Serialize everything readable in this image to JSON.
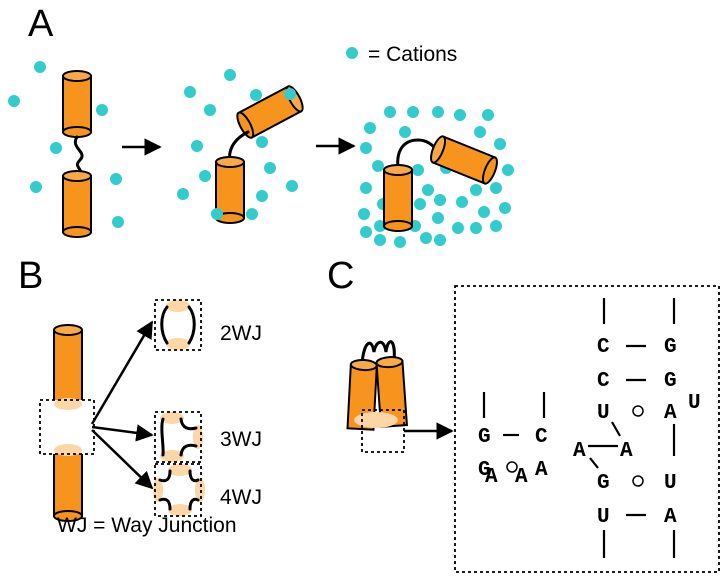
{
  "panels": {
    "a": "A",
    "b": "B",
    "c": "C"
  },
  "legend": {
    "text": "= Cations",
    "cation_color": "#33CCCC"
  },
  "colors": {
    "helix": "#F7941D",
    "helix_pale": "#FBD6A6"
  },
  "junctions": [
    {
      "label": "2WJ",
      "arms": 2
    },
    {
      "label": "3WJ",
      "arms": 3
    },
    {
      "label": "4WJ",
      "arms": 4
    }
  ],
  "footnote": "WJ = Way Junction",
  "structure": {
    "left_stem": {
      "pairs": [
        {
          "left": "G",
          "bond": "dash",
          "right": "C"
        },
        {
          "left": "G",
          "bond": "circle",
          "right": "A"
        }
      ],
      "loop": [
        "A",
        "A"
      ]
    },
    "right_stem": {
      "pairs": [
        {
          "left": "C",
          "bond": "dash",
          "right": "G"
        },
        {
          "left": "C",
          "bond": "dash",
          "right": "G"
        },
        {
          "left": "U",
          "bond": "circle",
          "right": "A"
        },
        {
          "left": "G",
          "bond": "circle",
          "right": "U"
        },
        {
          "left": "U",
          "bond": "dash",
          "right": "A"
        }
      ],
      "bulge": "U",
      "crossing": [
        "A",
        "A"
      ]
    }
  }
}
